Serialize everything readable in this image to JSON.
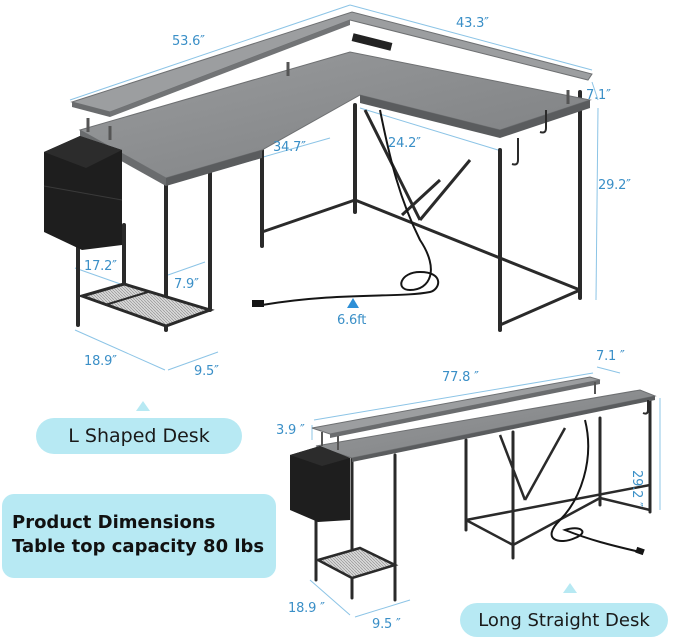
{
  "image": {
    "description": "L shaped desk product dimensions infographic",
    "colors": {
      "dimension_text": "#3a8fc7",
      "pill_background": "#b7e9f3",
      "desk_top": "#8a8c8e",
      "frame": "#2a2a2a",
      "bag": "#1e1e1e"
    }
  },
  "l_shaped_desk": {
    "label": "L Shaped Desk",
    "dimensions": {
      "long_side_width": "53.6″",
      "short_side_width": "43.3″",
      "monitor_shelf_depth": "7.1″",
      "long_side_depth": "34.7″",
      "short_side_depth": "24.2″",
      "height": "29.2″",
      "shelf_height": "17.2″",
      "shelf_width_inner": "7.9″",
      "shelf_depth": "18.9″",
      "shelf_width": "9.5″",
      "cord_length": "6.6ft"
    }
  },
  "straight_desk": {
    "label": "Long Straight Desk",
    "dimensions": {
      "length": "77.8 ″",
      "monitor_shelf_depth": "7.1 ″",
      "monitor_shelf_height": "3.9 ″",
      "height": "29.2 ″",
      "shelf_depth": "18.9 ″",
      "shelf_width": "9.5 ″"
    }
  },
  "info_box": {
    "line1": "Product Dimensions",
    "line2": "Table top capacity 80 lbs"
  }
}
